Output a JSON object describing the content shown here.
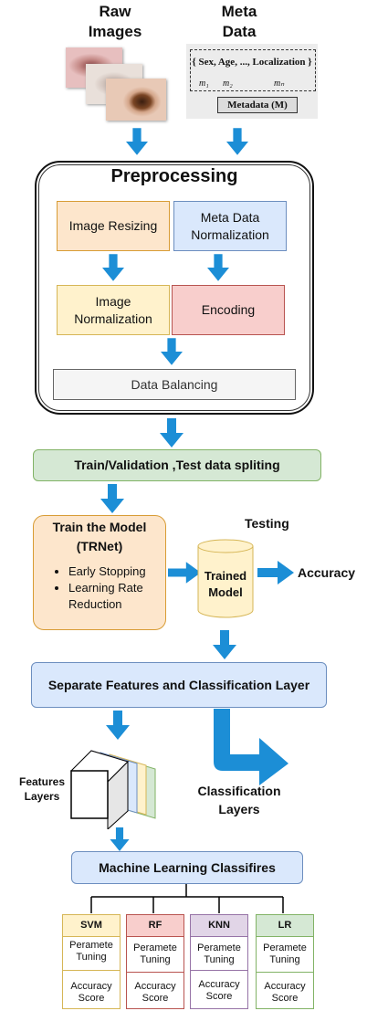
{
  "inputs": {
    "raw_images_label": "Raw Images",
    "meta_data_label": "Meta Data",
    "meta_set": "{ Sex, Age, ..., Localization }",
    "meta_m1": "m₁",
    "meta_m2": "m₂",
    "meta_mn": "mₙ",
    "metadata_box": "Metadata (M)"
  },
  "preprocessing": {
    "title": "Preprocessing",
    "image_resizing": "Image Resizing",
    "meta_normalization": "Meta Data Normalization",
    "image_normalization": "Image Normalization",
    "encoding": "Encoding",
    "data_balancing": "Data Balancing"
  },
  "split": "Train/Validation ,Test data spliting",
  "train": {
    "title": "Train the Model (TRNet)",
    "bullets": [
      "Early Stopping",
      "Learning Rate Reduction"
    ],
    "testing_label": "Testing",
    "trained_model": "Trained Model",
    "accuracy": "Accuracy"
  },
  "separate_layer": "Separate Features and Classification Layer",
  "features_label": "Features Layers",
  "classification_label": "Classification Layers",
  "ml_classifiers": "Machine Learning Classifires",
  "classifiers": [
    {
      "name": "SVM",
      "tuning": "Peramete Tuning",
      "score": "Accuracy Score"
    },
    {
      "name": "RF",
      "tuning": "Peramete Tuning",
      "score": "Accuracy Score"
    },
    {
      "name": "KNN",
      "tuning": "Peramete Tuning",
      "score": "Accuracy Score"
    },
    {
      "name": "LR",
      "tuning": "Peramete Tuning",
      "score": "Accuracy Score"
    }
  ],
  "colors": {
    "arrow": "#1c8ed6",
    "orange_fill": "#fde6cc",
    "orange_border": "#d89c35",
    "blue_fill": "#dae8fc",
    "blue_border": "#6c8ebf",
    "yellow_fill": "#fff2cc",
    "yellow_border": "#d6b656",
    "red_fill": "#f8cecc",
    "red_border": "#b85450",
    "green_fill": "#d5e8d4",
    "green_border": "#82b366",
    "purple_fill": "#e1d5e7",
    "purple_border": "#9673a6",
    "gray_fill": "#f5f5f5"
  }
}
